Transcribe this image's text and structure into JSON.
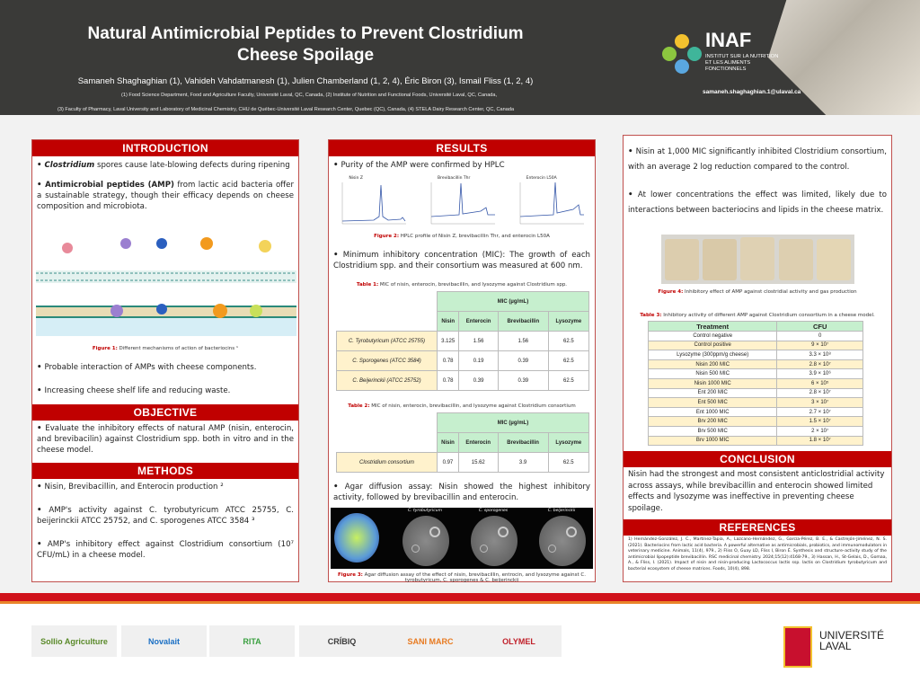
{
  "header": {
    "title_line1": "Natural Antimicrobial Peptides to Prevent Clostridium",
    "title_line2": "Cheese Spoilage",
    "authors": "Samaneh Shaghaghian (1), Vahideh Vahdatmanesh (1), Julien Chamberland (1, 2, 4), Éric Biron (3), Ismail Fliss (1, 2, 4)",
    "affiliations_1": "(1) Food Science Department, Food and Agriculture Faculty, Université Laval, QC, Canada, (2) Institute of Nutrition and Functional Foods, Université Laval, QC, Canada,",
    "affiliations_2": "(3) Faculty of Pharmacy, Laval University and Laboratory of Medicinal Chemistry, CHU de Québec-Université Laval Research Center, Quebec (QC), Canada, (4) STELA Dairy Research Center, QC, Canada",
    "logo_name": "INAF",
    "logo_subtitle": "INSTITUT SUR LA NUTRITION ET LES ALIMENTS FONCTIONNELS",
    "email": "samaneh.shaghaghian.1@ulaval.ca"
  },
  "introduction": {
    "heading": "INTRODUCTION",
    "b1_em": "Clostridium",
    "b1_rest": " spores cause late-blowing defects during ripening",
    "b2_strong": "Antimicrobial peptides (AMP)",
    "b2_rest": " from lactic acid bacteria offer a sustainable strategy, though their efficacy depends on cheese composition and microbiota.",
    "fig1_label": "Figure 1:",
    "fig1_caption": "Different mechanisms of action of bacteriocins ¹",
    "b3": "Probable interaction of AMPs with cheese components.",
    "b4": "Increasing cheese shelf life and reducing waste."
  },
  "objective": {
    "heading": "OBJECTIVE",
    "b1": "Evaluate the inhibitory effects of natural AMP (nisin, enterocin, and brevibacilin) against Clostridium spp. both in vitro and in the cheese model."
  },
  "methods": {
    "heading": "METHODS",
    "b1": "Nisin, Brevibacillin, and Enterocin production ²",
    "b2": "AMP's activity against C. tyrobutyricum ATCC 25755, C. beijerinckii ATCC 25752, and C. sporogenes ATCC 3584 ³",
    "b3": "AMP's inhibitory effect against Clostridium consortium (10⁷ CFU/mL) in a cheese model."
  },
  "results": {
    "heading": "RESULTS",
    "b1": "Purity of the AMP were confirmed by HPLC",
    "hplc_titles": [
      "Nisin Z",
      "Brevibacillin Thr",
      "Enterocin L50A"
    ],
    "fig2_label": "Figure 2:",
    "fig2_caption": "HPLC profile of Nisin Z, brevibacillin Thr, and enterocin L50A",
    "b2": "Minimum inhibitory concentration (MIC): The growth of each Clostridium spp. and their consortium was measured at 600 nm.",
    "table1_label": "Table 1:",
    "table1_caption": "MIC of nisin, enterocin, brevibacillin, and lysozyme against Clostridium spp.",
    "mic_header": "MIC (µg/mL)",
    "columns": [
      "Nisin",
      "Enterocin",
      "Brevibacillin",
      "Lysozyme"
    ],
    "table1_rows": [
      {
        "name": "C. Tyrobutyricum (ATCC 25755)",
        "v": [
          "3.125",
          "1.56",
          "1.56",
          "62.5"
        ]
      },
      {
        "name": "C. Sporogenes (ATCC 3584)",
        "v": [
          "0.78",
          "0.19",
          "0.39",
          "62.5"
        ]
      },
      {
        "name": "C. Beijerinckii (ATCC 25752)",
        "v": [
          "0.78",
          "0.39",
          "0.39",
          "62.5"
        ]
      }
    ],
    "table2_label": "Table 2:",
    "table2_caption": "MIC of nisin, enterocin, brevibacillin, and lysozyme against Clostridium consortium",
    "table2_rows": [
      {
        "name": "Clostridium consortium",
        "v": [
          "0.97",
          "15.62",
          "3.9",
          "62.5"
        ]
      }
    ],
    "b3": "Agar diffusion assay: Nisin showed the highest inhibitory activity, followed by brevibacillin and enterocin.",
    "plate_titles": [
      "C. tyrobutyricum",
      "C. sporogenes",
      "C. beijerinckii"
    ],
    "fig3_label": "Figure 3:",
    "fig3_caption": "Agar diffusion assay of the effect of nisin, brevibacillin, entrocin, and lysozyme against C. tyrobutyricum, C. sporogenes & C. beijerinckii"
  },
  "results2": {
    "b1": "Nisin at 1,000 MIC significantly inhibited Clostridium consortium, with an average 2 log reduction compared to the control.",
    "b2": "At lower concentrations the effect was limited, likely due to interactions between bacteriocins and lipids in the cheese matrix.",
    "fig4_label": "Figure 4:",
    "fig4_caption": "Inhibitory effect of AMP against clostridial activity and gas production",
    "table3_label": "Table 3:",
    "table3_caption": "Inhibitory activity of different AMP against Clostridium consortium in a cheese model.",
    "table3_headers": [
      "Treatment",
      "CFU"
    ],
    "table3_rows": [
      [
        "Control negative",
        "0"
      ],
      [
        "Control positive",
        "9 × 10⁷"
      ],
      [
        "Lysozyme (300ppm/g cheese)",
        "3.3 × 10⁸"
      ],
      [
        "Nisin 200 MIC",
        "2.8 × 10⁷"
      ],
      [
        "Nisin 500 MIC",
        "3.9 × 10⁶"
      ],
      [
        "Nisin 1000 MIC",
        "6 × 10⁵"
      ],
      [
        "Ent 200 MIC",
        "2.8 × 10⁷"
      ],
      [
        "Ent 500 MIC",
        "3 × 10⁷"
      ],
      [
        "Ent 1000 MIC",
        "2.7 × 10⁷"
      ],
      [
        "Brv 200 MIC",
        "1.5 × 10⁷"
      ],
      [
        "Brv 500 MIC",
        "2 × 10⁷"
      ],
      [
        "Brv 1000 MIC",
        "1.8 × 10⁷"
      ]
    ]
  },
  "conclusion": {
    "heading": "CONCLUSION",
    "text": "Nisin had the strongest and most consistent anticlostridial activity across assays, while brevibacillin and enterocin showed limited effects and lysozyme was ineffective in preventing cheese spoilage."
  },
  "references": {
    "heading": "REFERENCES",
    "text": "1) Hernández-González, J. C., Martínez-Tapia, A., Lazcano-Hernández, G., García-Pérez, B. E., & Castrejón-Jiménez, N. S. (2021). Bacteriocins from lactic acid bacteria. A powerful alternative as antimicrobials, probiotics, and immunomodulators in veterinary medicine. Animals, 11(4), 979., 2) Fliss O, Guay LD, Fliss I, Biron É. Synthesis and structure–activity study of the antimicrobial lipopeptide brevibacillin. RSC medicinal chemistry. 2024;15(12):4168-79., 3) Hassan, H., St-Gelais, D., Gomaa, A., & Fliss, I. (2021). Impact of nisin and nisin-producing Lactococcus lactis ssp. lactis on Clostridium tyrobutyricum and bacterial ecosystem of cheese matrices. Foods, 10(4), 898."
  },
  "sponsors": [
    "Sollio Agriculture",
    "Novalait",
    "RITA",
    "CRÍBIQ",
    "SANI MARC",
    "OLYMEL",
    "UNIVERSITÉ LAVAL"
  ],
  "colors": {
    "header_bg": "#3a3a38",
    "section_red": "#c00000",
    "table_green": "#c6efce",
    "table_yellow": "#fff2cc",
    "stripe_red": "#d0121b",
    "stripe_orange": "#e9842a"
  }
}
